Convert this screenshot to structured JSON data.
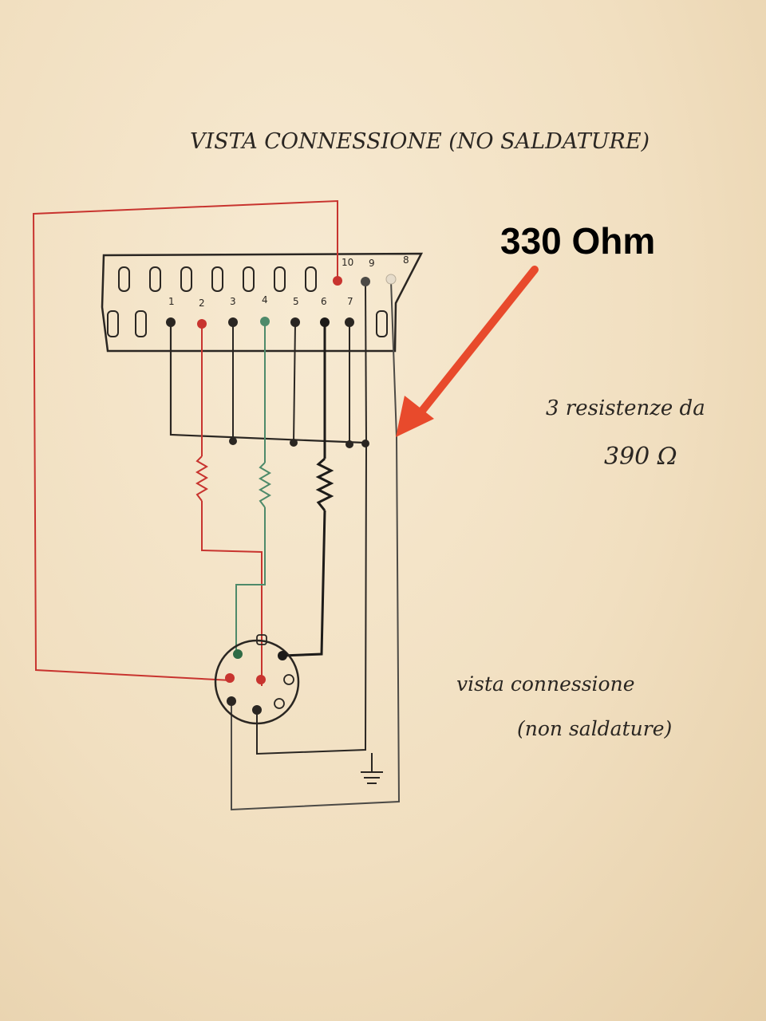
{
  "title": "VISTA CONNESSIONE (NO SALDATURE)",
  "callout": {
    "label": "330 Ohm",
    "arrow_color": "#e84a2c"
  },
  "note_resistors": {
    "line1": "3 resistenze da",
    "line2": "390 Ω"
  },
  "note_bottom": {
    "line1": "vista connessione",
    "line2": "(non saldature)"
  },
  "scart": {
    "bottom_pins": [
      "1",
      "2",
      "3",
      "4",
      "5",
      "6",
      "7"
    ],
    "top_pins": [
      "10",
      "9",
      "8"
    ]
  },
  "colors": {
    "paper": "#f4e4c8",
    "ink": "#2a2622",
    "red_wire": "#c8342f",
    "green_wire": "#4e8a6a",
    "black_wire": "#1d1b19",
    "arrow": "#e84a2c"
  }
}
